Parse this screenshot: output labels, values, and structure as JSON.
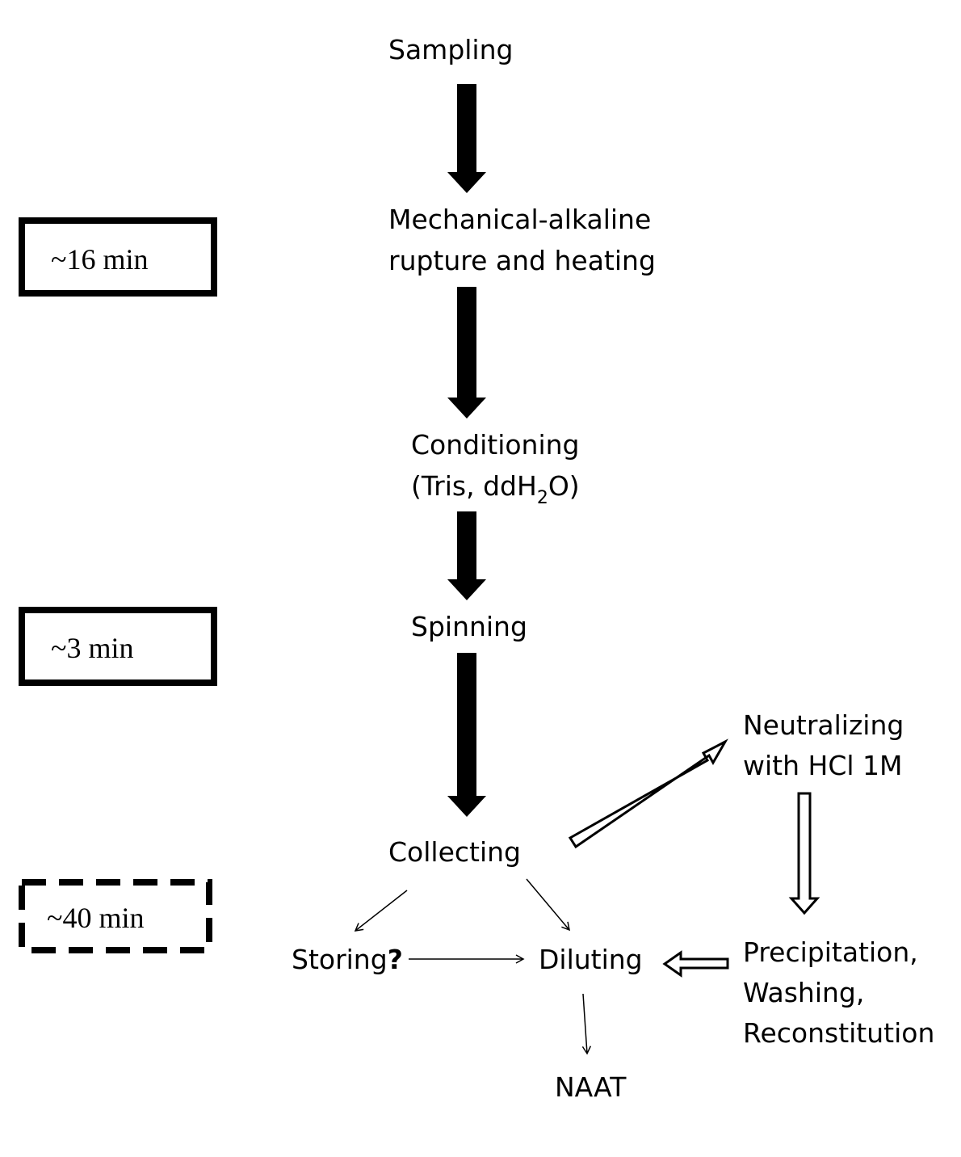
{
  "steps": {
    "sampling": "Sampling",
    "rupture_line1": "Mechanical-alkaline",
    "rupture_line2": "rupture and heating",
    "conditioning_line1": "Conditioning",
    "conditioning_line2_prefix": "(Tris, ddH",
    "conditioning_line2_sub": "2",
    "conditioning_line2_suffix": "O)",
    "spinning": "Spinning",
    "collecting": "Collecting",
    "storing": "Storing",
    "storing_mark": "?",
    "diluting": "Diluting",
    "naat": "NAAT",
    "neutralizing_line1": "Neutralizing",
    "neutralizing_line2": "with  HCl 1M",
    "precipitation_line1": "Precipitation,",
    "precipitation_line2": "Washing,",
    "precipitation_line3": "Reconstitution"
  },
  "time_boxes": [
    {
      "label": "~16 min",
      "border": "solid"
    },
    {
      "label": "~3 min",
      "border": "solid"
    },
    {
      "label": "~40 min",
      "border": "dashed"
    }
  ],
  "colors": {
    "ink": "#000000",
    "background": "#ffffff"
  }
}
